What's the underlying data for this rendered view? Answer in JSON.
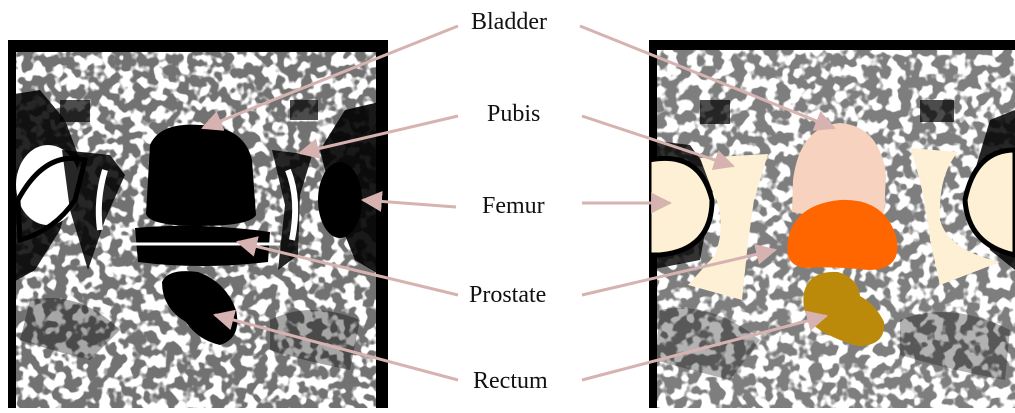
{
  "labels": {
    "bladder": "Bladder",
    "pubis": "Pubis",
    "femur": "Femur",
    "prostate": "Prostate",
    "rectum": "Rectum"
  },
  "colors": {
    "arrow": "#d6b3b0",
    "bladder_fill": "#f6d2bf",
    "bone_fill": "#fdf0d4",
    "prostate_fill": "#ff6600",
    "rectum_fill": "#bc8a0b",
    "scan_dark": "#000000"
  }
}
